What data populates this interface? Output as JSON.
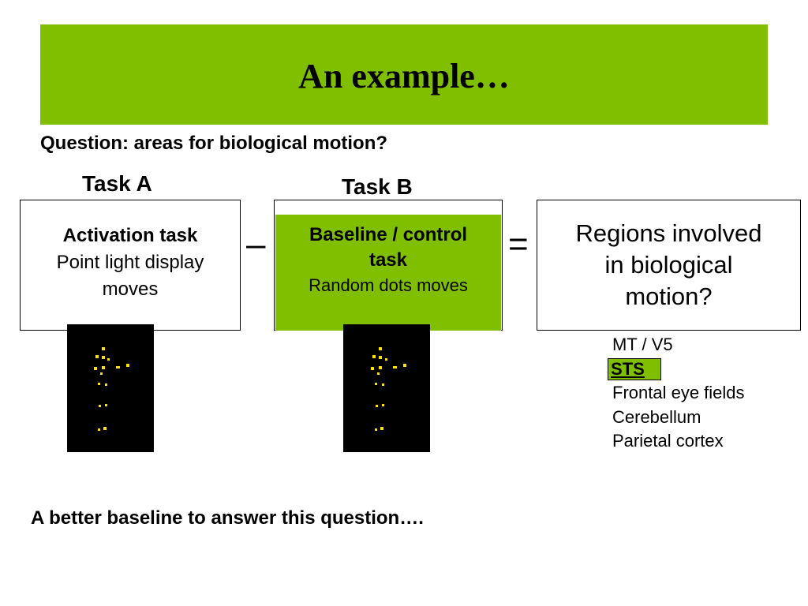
{
  "title": "An example…",
  "question": "Question: areas for biological motion?",
  "task_a": {
    "label": "Task A",
    "heading": "Activation task",
    "line1": "Point light display",
    "line2": "moves"
  },
  "task_b": {
    "label": "Task B",
    "heading_line1": "Baseline / control",
    "heading_line2": "task",
    "sub": "Random dots moves"
  },
  "operators": {
    "minus": "–",
    "equals": "="
  },
  "result": {
    "line1": "Regions involved",
    "line2": "in biological",
    "line3": "motion?"
  },
  "regions": [
    "MT  / V5",
    "STS",
    "Frontal eye fields",
    "Cerebellum",
    "Parietal cortex"
  ],
  "highlighted_region": "STS",
  "footer": "A better baseline to answer this question….",
  "colors": {
    "accent": "#7fbf00",
    "dots": "#ffe000",
    "display_bg": "#000000"
  }
}
